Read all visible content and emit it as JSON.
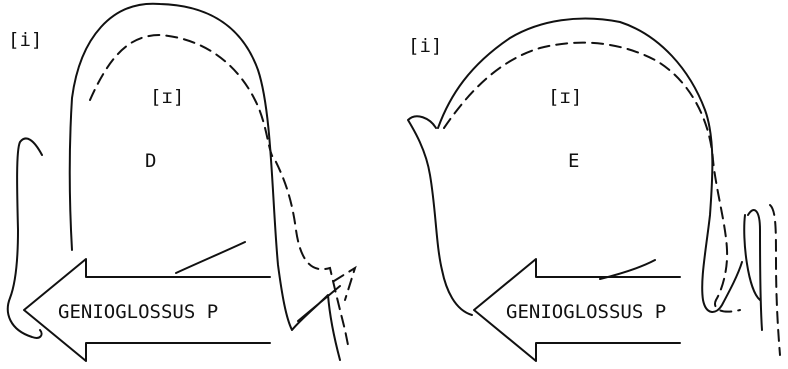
{
  "panels": [
    {
      "panel_label": "D",
      "vowel_outer": "[i]",
      "vowel_inner": "[ɪ]",
      "arrow_label": "GENIOGLOSSUS P"
    },
    {
      "panel_label": "E",
      "vowel_outer": "[i]",
      "vowel_inner": "[ɪ]",
      "arrow_label": "GENIOGLOSSUS P"
    }
  ]
}
